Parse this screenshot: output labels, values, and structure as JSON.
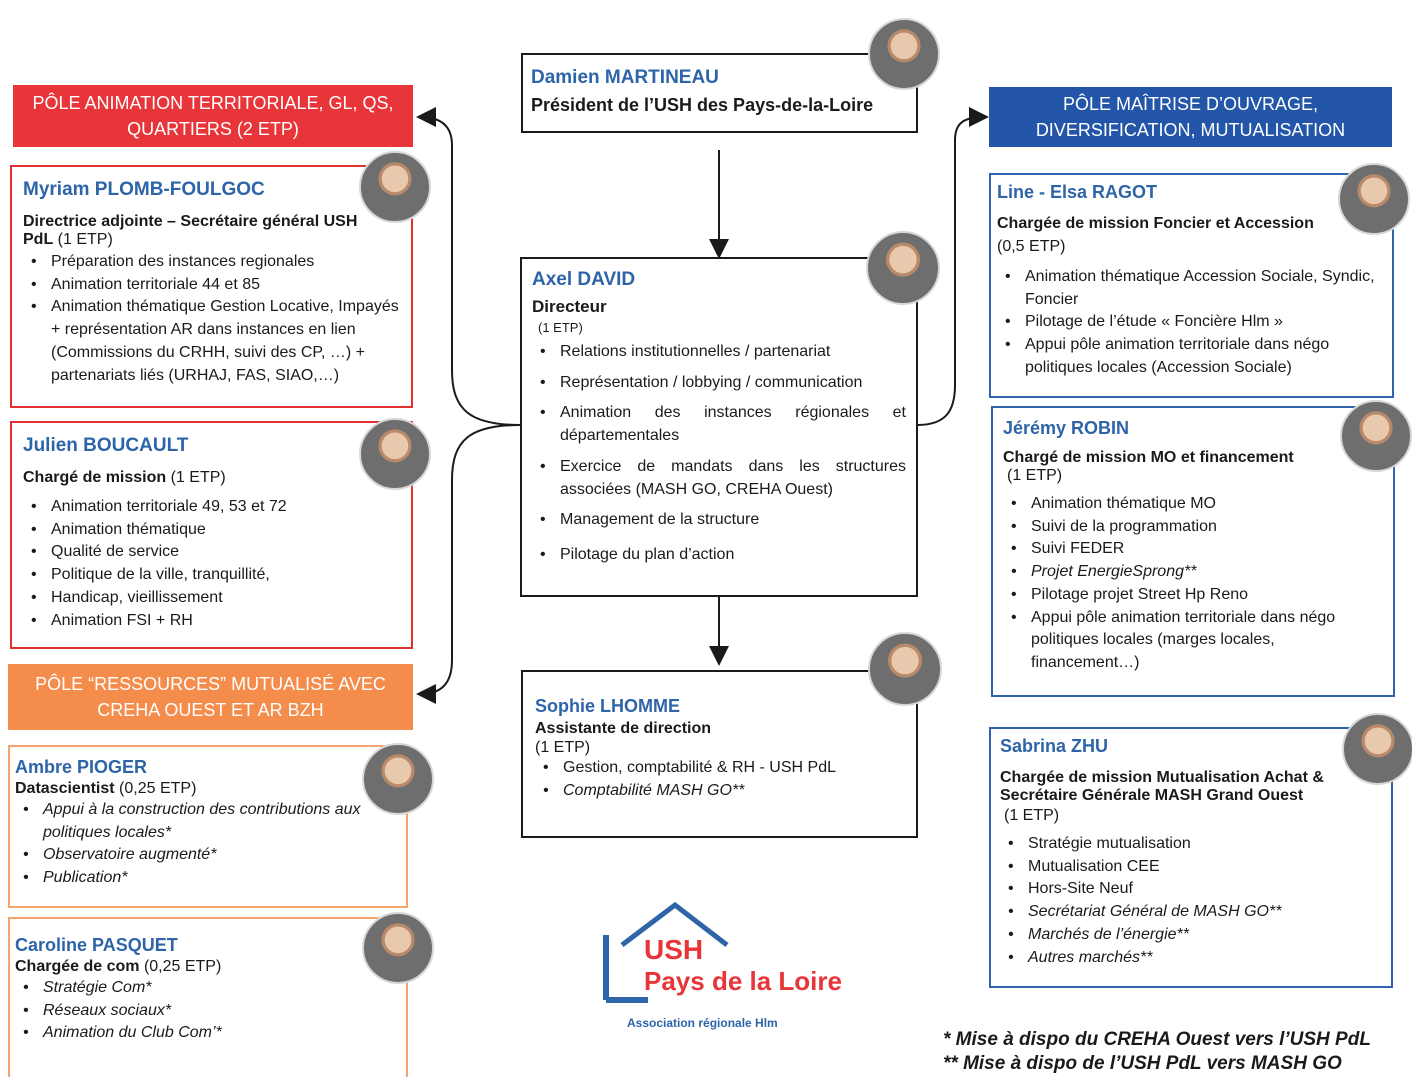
{
  "president": {
    "name": "Damien MARTINEAU",
    "role": "Président de l’USH des Pays-de-la-Loire"
  },
  "poles": {
    "left_red": {
      "line1": "PÔLE ANIMATION TERRITORIALE, GL, QS,",
      "line2": "QUARTIERS (2 ETP)",
      "color": "#e8353a"
    },
    "left_orange": {
      "line1": "PÔLE “RESSOURCES” MUTUALISÉ AVEC",
      "line2": "CREHA OUEST ET AR BZH",
      "color": "#f48c4c"
    },
    "right_blue": {
      "line1": "PÔLE MAÎTRISE D’OUVRAGE,",
      "line2": "DIVERSIFICATION, MUTUALISATION",
      "color": "#2356a8"
    }
  },
  "myriam": {
    "name": "Myriam PLOMB-FOULGOC",
    "role1": "Directrice adjointe – Secrétaire général USH",
    "role2": "PdL",
    "etp": " (1 ETP)",
    "items": [
      "Préparation des instances regionales",
      "Animation territoriale 44 et 85",
      "Animation thématique Gestion Locative, Impayés + représentation AR dans instances en lien (Commissions du CRHH, suivi des CP, …) + partenariats liés (URHAJ, FAS, SIAO,…)"
    ]
  },
  "julien": {
    "name": "Julien BOUCAULT",
    "role": "Chargé de mission",
    "etp": " (1 ETP)",
    "items": [
      "Animation territoriale 49, 53 et 72",
      "Animation thématique",
      "Qualité de service",
      "Politique de la ville, tranquillité,",
      "Handicap, vieillissement",
      "Animation FSI + RH"
    ]
  },
  "ambre": {
    "name": "Ambre PIOGER",
    "role": "Datascientist",
    "etp": " (0,25 ETP)",
    "items": [
      "Appui à la construction des contributions aux politiques locales*",
      "Observatoire augmenté*",
      "Publication*"
    ]
  },
  "caroline": {
    "name": "Caroline PASQUET",
    "role": "Chargée de com ",
    "etp": " (0,25 ETP)",
    "items": [
      "Stratégie Com*",
      "Réseaux sociaux*",
      "Animation du Club Com’*"
    ]
  },
  "axel": {
    "name": "Axel DAVID",
    "role": "Directeur",
    "etp": "(1 ETP)",
    "items": [
      "Relations institutionnelles / partenariat",
      "Représentation / lobbying / communication",
      "Animation des instances régionales et départementales",
      "Exercice de mandats dans les structures associées (MASH GO, CREHA Ouest)",
      "Management de la structure",
      "Pilotage du plan d’action"
    ]
  },
  "sophie": {
    "name": "Sophie LHOMME",
    "role": "Assistante de direction",
    "etp": "(1 ETP)",
    "items": [
      "Gestion, comptabilité & RH - USH PdL",
      "Comptabilité MASH GO**"
    ]
  },
  "line_elsa": {
    "name": "Line - Elsa RAGOT",
    "role": "Chargée de mission Foncier et Accession",
    "etp": "(0,5 ETP)",
    "items": [
      "Animation thématique Accession Sociale, Syndic, Foncier",
      "Pilotage de l’étude « Foncière Hlm »",
      "Appui pôle animation territoriale dans négo politiques locales (Accession Sociale)"
    ]
  },
  "jeremy": {
    "name": "Jérémy ROBIN",
    "role": "Chargé de mission MO et financement",
    "etp": "(1 ETP)",
    "items": [
      "Animation thématique MO",
      "Suivi de la programmation",
      "Suivi FEDER",
      "Projet EnergieSprong**",
      "Pilotage projet Street Hp Reno",
      "Appui pôle animation territoriale dans négo politiques locales (marges locales, financement…)"
    ]
  },
  "sabrina": {
    "name": "Sabrina ZHU",
    "role1": "Chargée de mission Mutualisation Achat &",
    "role2": "Secrétaire Générale MASH Grand Ouest",
    "etp": "(1 ETP)",
    "items": [
      "Stratégie mutualisation",
      "Mutualisation CEE",
      "Hors-Site Neuf",
      "Secrétariat Général de MASH GO**",
      "Marchés de l’énergie**",
      "Autres marchés**"
    ]
  },
  "logo": {
    "line1": "USH",
    "line2": "Pays de la Loire",
    "line3": "Association régionale Hlm",
    "color_red": "#e8353a",
    "color_blue": "#2e64a8"
  },
  "footnotes": {
    "f1": "* Mise à dispo du CREHA Ouest vers l’USH PdL",
    "f2": "** Mise à dispo de l’USH PdL vers MASH GO"
  }
}
